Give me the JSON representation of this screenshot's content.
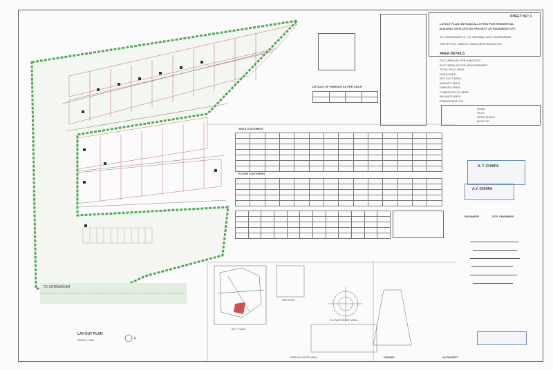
{
  "sheet": {
    "number": "SHEET NO: 1",
    "title_lines": [
      "LAYOUT PLAN ON ROAD ALLOTTED FOR RESIDENTIAL",
      "BUILDING ON PLOTS NO. PROJECT OF PARAMESH CITY"
    ],
    "address": "AT: CHAKRAVARTHI, TQ: MAHABAL DIST: AHMEDABAD",
    "subtitle": "SURVEY NO. 1084/1A, 1084/2 (NEW BLOCK NO)"
  },
  "area_table_heading": "AREA DETAILS",
  "area_rows": [
    "PLOT AREA AS PER SANCTION",
    "PLOT AREA AS PER MEASUREMENT",
    "TOTAL PLOT AREA",
    "ROAD AREA",
    "NET PLOT AREA",
    "AMENITY AREA",
    "PARKING AREA",
    "COMMON PLOT AREA",
    "BALANCE AREA",
    "PERMISSIBLE FSI"
  ],
  "legend": [
    "ROAD",
    "PLOT",
    "OPEN SPACE",
    "BUILT UP"
  ],
  "plan": {
    "main_road_label": "TO CHRIMAGAM",
    "title": "LAY-OUT PLAN",
    "scale": "SCALE 1:500",
    "north": "N"
  },
  "tables": {
    "area_statement": "AREA STATEMENT",
    "floor_statement": "FLOOR STATEMENT",
    "parking": "DETAILS OF PARKING AS PER GDCR"
  },
  "stamps": {
    "architect": "A.Y. CHHIPA",
    "structural": "A. T. CHHIPA",
    "engineer": "ENGINEER",
    "str_engineer": "STR. ENGINEER"
  },
  "signatures": {
    "owner": "OWNER",
    "authority": "AUTHORITY"
  },
  "detail_labels": {
    "key_plan": "KEY PLAN",
    "section": "SECTION",
    "elevation": "ELEVATION OF WELL",
    "percolation": "PERCOLATION WELL"
  }
}
